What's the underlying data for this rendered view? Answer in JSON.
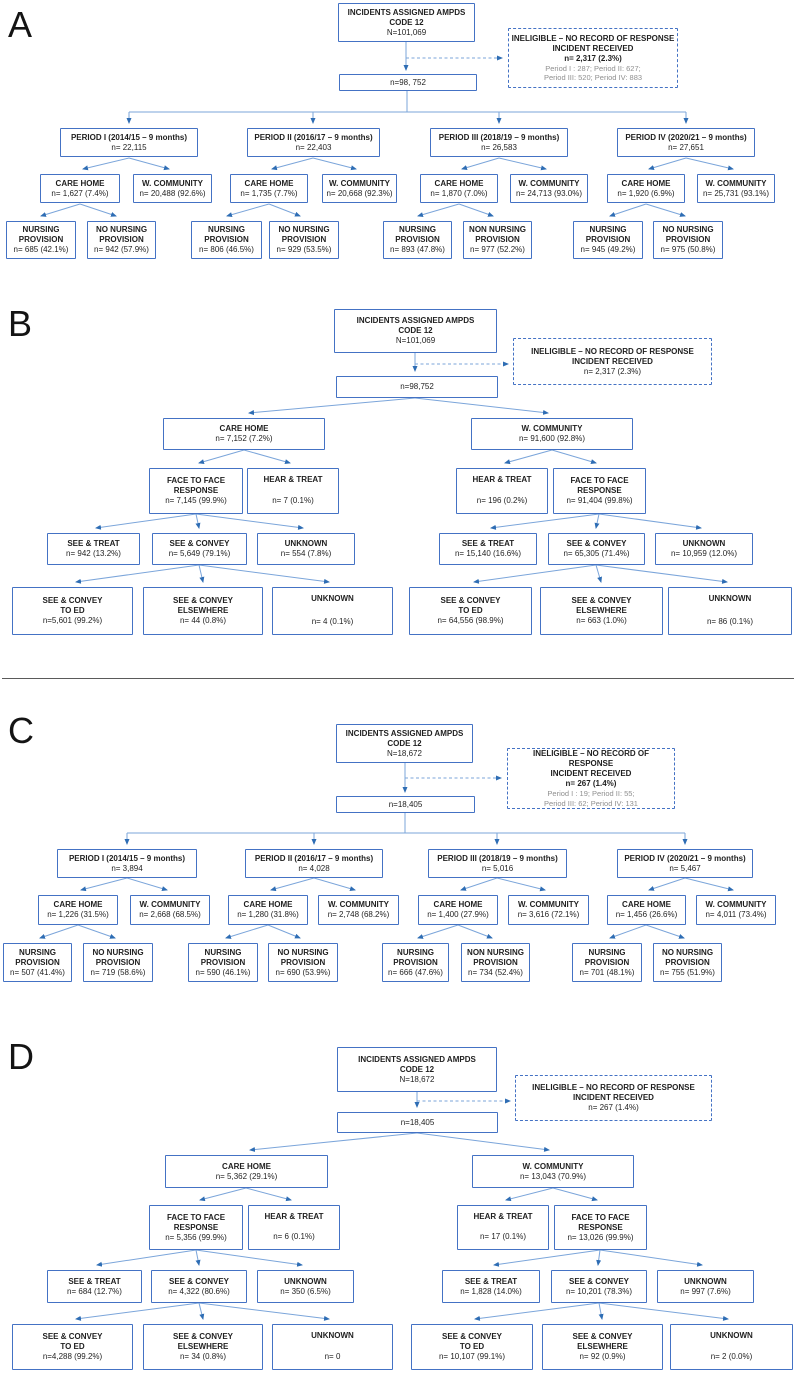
{
  "panels": {
    "A": {
      "label": "A",
      "root": {
        "title": "INCIDENTS ASSIGNED AMPDS\nCODE 12",
        "n": "N=101,069"
      },
      "ineligible": {
        "title": "INELIGIBLE – NO RECORD OF RESPONSE\nINCIDENT RECEIVED",
        "n": "n= 2,317 (2.3%)",
        "detail": "Period I : 287; Period II: 627;\nPeriod III: 520; Period IV: 883"
      },
      "eligible": {
        "n": "n=98, 752"
      },
      "periods": [
        {
          "title": "PERIOD I (2014/15 – 9 months)",
          "n": "n= 22,115",
          "care_home": {
            "title": "CARE HOME",
            "n": "n= 1,627 (7.4%)"
          },
          "community": {
            "title": "W. COMMUNITY",
            "n": "n= 20,488 (92.6%)"
          },
          "nursing": {
            "title": "NURSING\nPROVISION",
            "n": "n= 685 (42.1%)"
          },
          "no_nursing": {
            "title": "NO NURSING\nPROVISION",
            "n": "n= 942 (57.9%)"
          }
        },
        {
          "title": "PERIOD II (2016/17 – 9 months)",
          "n": "n= 22,403",
          "care_home": {
            "title": "CARE HOME",
            "n": "n= 1,735 (7.7%)"
          },
          "community": {
            "title": "W. COMMUNITY",
            "n": "n= 20,668 (92.3%)"
          },
          "nursing": {
            "title": "NURSING\nPROVISION",
            "n": "n= 806 (46.5%)"
          },
          "no_nursing": {
            "title": "NO NURSING\nPROVISION",
            "n": "n= 929 (53.5%)"
          }
        },
        {
          "title": "PERIOD III (2018/19 – 9 months)",
          "n": "n= 26,583",
          "care_home": {
            "title": "CARE HOME",
            "n": "n= 1,870 (7.0%)"
          },
          "community": {
            "title": "W. COMMUNITY",
            "n": "n= 24,713 (93.0%)"
          },
          "nursing": {
            "title": "NURSING\nPROVISION",
            "n": "n= 893 (47.8%)"
          },
          "no_nursing": {
            "title": "NON NURSING\nPROVISION",
            "n": "n= 977 (52.2%)"
          }
        },
        {
          "title": "PERIOD IV (2020/21 – 9 months)",
          "n": "n= 27,651",
          "care_home": {
            "title": "CARE HOME",
            "n": "n= 1,920 (6.9%)"
          },
          "community": {
            "title": "W. COMMUNITY",
            "n": "n= 25,731 (93.1%)"
          },
          "nursing": {
            "title": "NURSING\nPROVISION",
            "n": "n= 945 (49.2%)"
          },
          "no_nursing": {
            "title": "NO NURSING\nPROVISION",
            "n": "n= 975 (50.8%)"
          }
        }
      ]
    },
    "B": {
      "label": "B",
      "root": {
        "title": "INCIDENTS ASSIGNED AMPDS\nCODE 12",
        "n": "N=101,069"
      },
      "ineligible": {
        "title": "INELIGIBLE – NO RECORD OF RESPONSE\nINCIDENT RECEIVED",
        "n": "n= 2,317 (2.3%)"
      },
      "eligible": {
        "n": "n=98,752"
      },
      "care_home": {
        "title": "CARE HOME",
        "n": "n= 7,152 (7.2%)"
      },
      "community": {
        "title": "W. COMMUNITY",
        "n": "n= 91,600 (92.8%)"
      },
      "ch_face_to_face": {
        "title": "FACE TO FACE\nRESPONSE",
        "n": "n= 7,145 (99.9%)"
      },
      "ch_hear_treat": {
        "title": "HEAR & TREAT",
        "n": "n= 7 (0.1%)"
      },
      "wc_hear_treat": {
        "title": "HEAR & TREAT",
        "n": "n= 196 (0.2%)"
      },
      "wc_face_to_face": {
        "title": "FACE TO FACE\nRESPONSE",
        "n": "n= 91,404 (99.8%)"
      },
      "ch_see_treat": {
        "title": "SEE & TREAT",
        "n": "n= 942 (13.2%)"
      },
      "ch_see_convey": {
        "title": "SEE & CONVEY",
        "n": "n= 5,649 (79.1%)"
      },
      "ch_unknown": {
        "title": "UNKNOWN",
        "n": "n= 554 (7.8%)"
      },
      "ch_convey_ed": {
        "title": "SEE & CONVEY\nTO ED",
        "n": "n=5,601 (99.2%)"
      },
      "ch_convey_elsewhere": {
        "title": "SEE & CONVEY\nELSEWHERE",
        "n": "n= 44 (0.8%)"
      },
      "ch_convey_unknown": {
        "title": "UNKNOWN",
        "n": "n= 4 (0.1%)"
      },
      "wc_see_treat": {
        "title": "SEE & TREAT",
        "n": "n= 15,140 (16.6%)"
      },
      "wc_see_convey": {
        "title": "SEE & CONVEY",
        "n": "n= 65,305 (71.4%)"
      },
      "wc_unknown": {
        "title": "UNKNOWN",
        "n": "n= 10,959 (12.0%)"
      },
      "wc_convey_ed": {
        "title": "SEE & CONVEY\nTO ED",
        "n": "n= 64,556 (98.9%)"
      },
      "wc_convey_elsewhere": {
        "title": "SEE & CONVEY\nELSEWHERE",
        "n": "n= 663 (1.0%)"
      },
      "wc_convey_unknown": {
        "title": "UNKNOWN",
        "n": "n= 86 (0.1%)"
      }
    },
    "C": {
      "label": "C",
      "root": {
        "title": "INCIDENTS ASSIGNED AMPDS\nCODE 12",
        "n": "N=18,672"
      },
      "ineligible": {
        "title": "INELIGIBLE – NO RECORD OF RESPONSE\nINCIDENT RECEIVED",
        "n": "n= 267 (1.4%)",
        "detail": "Period I : 19; Period II: 55;\nPeriod III: 62; Period IV: 131"
      },
      "eligible": {
        "n": "n=18,405"
      },
      "periods": [
        {
          "title": "PERIOD I (2014/15 – 9 months)",
          "n": "n= 3,894",
          "care_home": {
            "title": "CARE HOME",
            "n": "n= 1,226 (31.5%)"
          },
          "community": {
            "title": "W. COMMUNITY",
            "n": "n= 2,668 (68.5%)"
          },
          "nursing": {
            "title": "NURSING\nPROVISION",
            "n": "n= 507 (41.4%)"
          },
          "no_nursing": {
            "title": "NO NURSING\nPROVISION",
            "n": "n= 719 (58.6%)"
          }
        },
        {
          "title": "PERIOD II (2016/17 – 9 months)",
          "n": "n= 4,028",
          "care_home": {
            "title": "CARE HOME",
            "n": "n= 1,280 (31.8%)"
          },
          "community": {
            "title": "W. COMMUNITY",
            "n": "n= 2,748 (68.2%)"
          },
          "nursing": {
            "title": "NURSING\nPROVISION",
            "n": "n= 590 (46.1%)"
          },
          "no_nursing": {
            "title": "NO NURSING\nPROVISION",
            "n": "n= 690 (53.9%)"
          }
        },
        {
          "title": "PERIOD III (2018/19 – 9 months)",
          "n": "n= 5,016",
          "care_home": {
            "title": "CARE HOME",
            "n": "n= 1,400 (27.9%)"
          },
          "community": {
            "title": "W. COMMUNITY",
            "n": "n= 3,616 (72.1%)"
          },
          "nursing": {
            "title": "NURSING\nPROVISION",
            "n": "n= 666 (47.6%)"
          },
          "no_nursing": {
            "title": "NON NURSING\nPROVISION",
            "n": "n= 734 (52.4%)"
          }
        },
        {
          "title": "PERIOD IV (2020/21 – 9 months)",
          "n": "n= 5,467",
          "care_home": {
            "title": "CARE HOME",
            "n": "n= 1,456 (26.6%)"
          },
          "community": {
            "title": "W. COMMUNITY",
            "n": "n= 4,011 (73.4%)"
          },
          "nursing": {
            "title": "NURSING\nPROVISION",
            "n": "n= 701 (48.1%)"
          },
          "no_nursing": {
            "title": "NO NURSING\nPROVISION",
            "n": "n= 755 (51.9%)"
          }
        }
      ]
    },
    "D": {
      "label": "D",
      "root": {
        "title": "INCIDENTS ASSIGNED AMPDS\nCODE 12",
        "n": "N=18,672"
      },
      "ineligible": {
        "title": "INELIGIBLE – NO RECORD OF RESPONSE\nINCIDENT RECEIVED",
        "n": "n= 267 (1.4%)"
      },
      "eligible": {
        "n": "n=18,405"
      },
      "care_home": {
        "title": "CARE HOME",
        "n": "n= 5,362 (29.1%)"
      },
      "community": {
        "title": "W. COMMUNITY",
        "n": "n= 13,043 (70.9%)"
      },
      "ch_face_to_face": {
        "title": "FACE TO FACE\nRESPONSE",
        "n": "n= 5,356 (99.9%)"
      },
      "ch_hear_treat": {
        "title": "HEAR & TREAT",
        "n": "n= 6 (0.1%)"
      },
      "wc_hear_treat": {
        "title": "HEAR & TREAT",
        "n": "n= 17 (0.1%)"
      },
      "wc_face_to_face": {
        "title": "FACE TO FACE\nRESPONSE",
        "n": "n= 13,026 (99.9%)"
      },
      "ch_see_treat": {
        "title": "SEE & TREAT",
        "n": "n= 684 (12.7%)"
      },
      "ch_see_convey": {
        "title": "SEE & CONVEY",
        "n": "n= 4,322 (80.6%)"
      },
      "ch_unknown": {
        "title": "UNKNOWN",
        "n": "n= 350 (6.5%)"
      },
      "ch_convey_ed": {
        "title": "SEE & CONVEY\nTO ED",
        "n": "n=4,288 (99.2%)"
      },
      "ch_convey_elsewhere": {
        "title": "SEE & CONVEY\nELSEWHERE",
        "n": "n= 34 (0.8%)"
      },
      "ch_convey_unknown": {
        "title": "UNKNOWN",
        "n": "n= 0"
      },
      "wc_see_treat": {
        "title": "SEE & TREAT",
        "n": "n= 1,828 (14.0%)"
      },
      "wc_see_convey": {
        "title": "SEE & CONVEY",
        "n": "n= 10,201 (78.3%)"
      },
      "wc_unknown": {
        "title": "UNKNOWN",
        "n": "n= 997 (7.6%)"
      },
      "wc_convey_ed": {
        "title": "SEE & CONVEY\nTO ED",
        "n": "n= 10,107 (99.1%)"
      },
      "wc_convey_elsewhere": {
        "title": "SEE & CONVEY\nELSEWHERE",
        "n": "n= 92 (0.9%)"
      },
      "wc_convey_unknown": {
        "title": "UNKNOWN",
        "n": "n= 2 (0.0%)"
      }
    }
  }
}
